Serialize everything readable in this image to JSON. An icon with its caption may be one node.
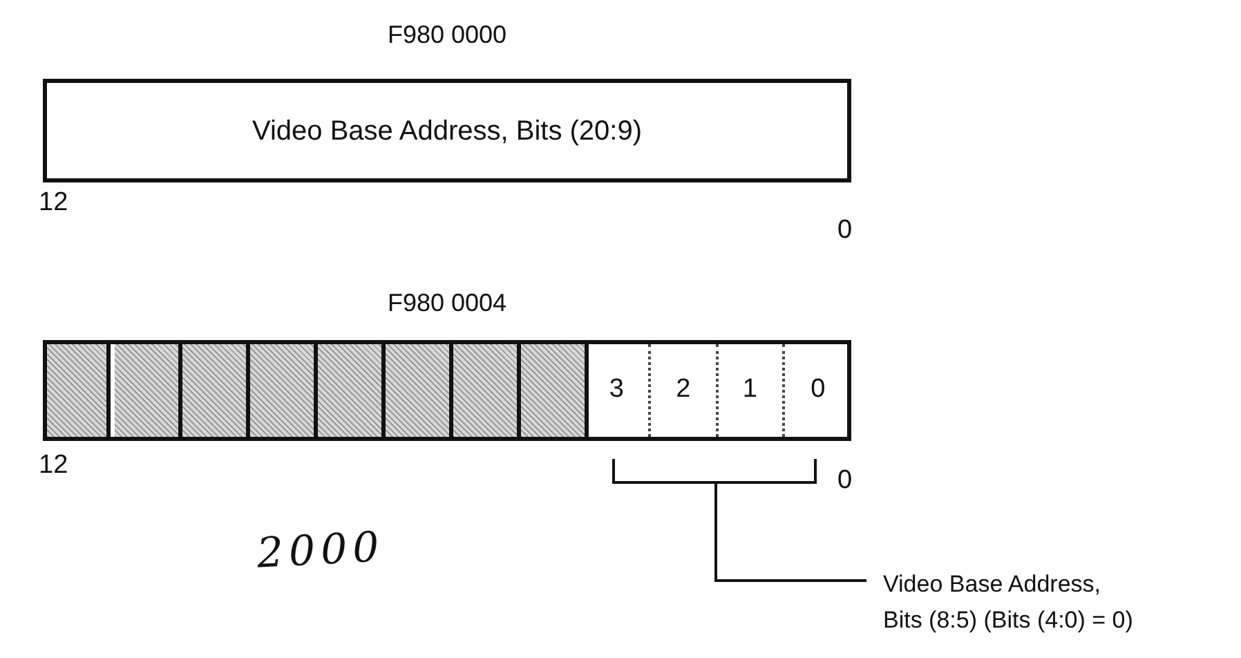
{
  "diagram": {
    "nodes": [
      {
        "text": [
          "F980 0000",
          "Video Base Address, Bits (20:9)"
        ]
      },
      {
        "text": [
          "F980 0004"
        ]
      },
      {
        "text": [],
        "shape": "box",
        "in": 1
      },
      {
        "text": [],
        "shape": "box",
        "in": 1
      },
      {
        "text": [],
        "shape": "box",
        "in": 1
      },
      {
        "text": [],
        "shape": "box",
        "in": 1
      },
      {
        "text": [],
        "shape": "box",
        "in": 1
      },
      {
        "text": [],
        "shape": "box",
        "in": 1
      },
      {
        "text": [],
        "shape": "box",
        "in": 1
      },
      {
        "text": [],
        "shape": "box",
        "in": 1
      },
      {
        "text": [
          "3"
        ],
        "in": 1
      },
      {
        "text": [
          "2"
        ],
        "in": 1
      },
      {
        "text": [
          "1"
        ],
        "in": 1
      },
      {
        "text": [
          "0"
        ],
        "in": 1
      },
      {
        "text": [
          "Video Base Address, Bits (8:5) (Bits (4:0) = 0)"
        ]
      },
      {
        "text": [],
        "shape": "bracket"
      }
    ],
    "edges": [
      {
        "from": 14,
        "to": 15,
        "arrow": "none"
      }
    ],
    "labels": [
      "12",
      "0",
      "12",
      "0",
      "2000"
    ]
  }
}
